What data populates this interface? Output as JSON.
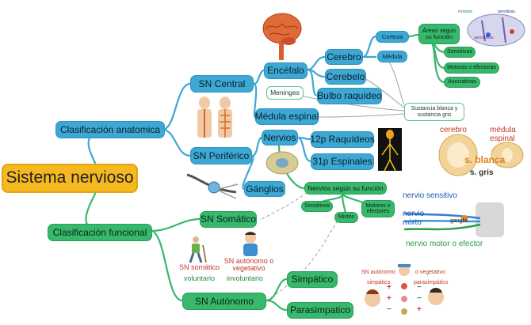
{
  "root": "Sistema nervioso",
  "branches": {
    "anatomica": "Clasificación anatomica",
    "funcional": "Clasificación funcional"
  },
  "central": {
    "label": "SN Central",
    "encefalo": "Encéfalo",
    "meninges": "Meninges",
    "medula_espinal": "Médula espinal",
    "cerebro": "Cerebro",
    "cerebelo": "Cerebelo",
    "bulbo": "Bulbo raquídeo",
    "corteza": "Corteza",
    "medula": "Médula",
    "areas": "Áreas según su función",
    "sensitivas": "Sensitivas",
    "motoras": "Motoras o efectoras",
    "asociativas": "Asociativas",
    "sustancia": "Sustancia blanca y sustancia gris"
  },
  "periferico": {
    "label": "SN Periférico",
    "nervios": "Nervios",
    "ganglios": "Gánglios",
    "raquideos": "12p Raquídeos",
    "espinales": "31p Espinales",
    "segun_funcion": "Nervios según su función",
    "sensitivos": "Sensitivos",
    "mixtos": "Mixtos",
    "motores": "Motores o efectores"
  },
  "funcional": {
    "somatico": "SN Somático",
    "autonomo": "SN Autónomo",
    "simpatico": "Simpático",
    "parasimpatico": "Parasimpatico"
  },
  "captions": {
    "somatico_title": "SN somático",
    "somatico_sub": "voluntario",
    "autonomo_title": "SN autónomo o vegetativo",
    "autonomo_sub": "involuntario",
    "brain_cerebro": "cerebro",
    "brain_medula": "médula espinal",
    "brain_blanca": "s. blanca",
    "brain_gris": "s. gris",
    "nerve_sensitivo": "nervio sensitivo",
    "nerve_mixto": "nervio mixto",
    "nerve_ganglio": "ganglio",
    "nerve_motor": "nervio motor o efector",
    "auto_header": "SN autónomo",
    "auto_header2": "o vegetativo",
    "auto_simpatico": "simpático",
    "auto_parasimpatico": "parasimpático",
    "cortex_motores": "motores",
    "cortex_sensitivas": "sensitivas",
    "cortex_asociativas": "asociativas"
  },
  "colors": {
    "blue": "#3ea8d4",
    "green": "#37b86c",
    "root": "#f5b820"
  }
}
